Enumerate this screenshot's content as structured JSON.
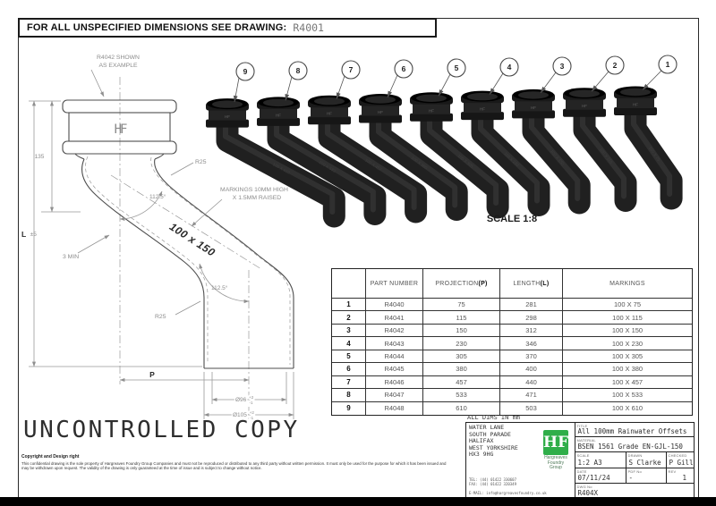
{
  "banner": {
    "label": "FOR ALL UNSPECIFIED DIMENSIONS SEE DRAWING:",
    "value": "R4001"
  },
  "drawing_view": {
    "example_note_line1": "R4042 SHOWN",
    "example_note_line2": "AS EXAMPLE",
    "socket_marking": "HF",
    "dim_socket_depth": "135",
    "dim_length": "L",
    "dim_length_tol": "±5",
    "angle_upper": "112.5°",
    "angle_lower": "112.5°",
    "radius_upper": "R25",
    "radius_lower": "R25",
    "markings_note_line1": "MARKINGS 10MM HIGH",
    "markings_note_line2": "X 1.5MM RAISED",
    "pipe_marking": "100 x 150",
    "wall_note": "3 MIN",
    "dim_projection": "P",
    "dim_spigot": {
      "val": "Ø96",
      "up": "+2",
      "dn": "-1"
    },
    "dim_outside": {
      "val": "Ø105",
      "up": "+2",
      "dn": "-1"
    }
  },
  "iso_view": {
    "scale_label": "SCALE 1:8",
    "socket_marking": "HF"
  },
  "table": {
    "headers": [
      {
        "text": ""
      },
      {
        "text": "PART NUMBER"
      },
      {
        "text": "PROJECTION ",
        "bold": "(P)"
      },
      {
        "text": "LENGTH ",
        "bold": "(L)"
      },
      {
        "text": "MARKINGS"
      }
    ],
    "rows": [
      {
        "no": "1",
        "part": "R4040",
        "projection": "75",
        "length": "281",
        "markings": "100 X 75"
      },
      {
        "no": "2",
        "part": "R4041",
        "projection": "115",
        "length": "298",
        "markings": "100 X 115"
      },
      {
        "no": "3",
        "part": "R4042",
        "projection": "150",
        "length": "312",
        "markings": "100 X 150"
      },
      {
        "no": "4",
        "part": "R4043",
        "projection": "230",
        "length": "346",
        "markings": "100 X 230"
      },
      {
        "no": "5",
        "part": "R4044",
        "projection": "305",
        "length": "370",
        "markings": "100 X 305"
      },
      {
        "no": "6",
        "part": "R4045",
        "projection": "380",
        "length": "400",
        "markings": "100 X 380"
      },
      {
        "no": "7",
        "part": "R4046",
        "projection": "457",
        "length": "440",
        "markings": "100 X 457"
      },
      {
        "no": "8",
        "part": "R4047",
        "projection": "533",
        "length": "471",
        "markings": "100 X 533"
      },
      {
        "no": "9",
        "part": "R4048",
        "projection": "610",
        "length": "503",
        "markings": "100 X 610"
      }
    ]
  },
  "watermark": "UNCONTROLLED COPY",
  "copyright": {
    "heading": "Copyright and Design right",
    "body": "This confidential drawing is the sole property of Hargreaves Foundry Group Companies and must not be reproduced or distributed to any third party without written permission. It must only be used for the purpose for which it has been issued and may be withdrawn upon request. The validity of the drawing is only guaranteed at the time of issue and is subject to change without notice."
  },
  "title_block": {
    "dims_note": "ALL DIMS IN mm",
    "address": [
      "WATER LANE",
      "SOUTH PARADE",
      "HALIFAX",
      "WEST YORKSHIRE",
      "HX3 9HG"
    ],
    "tel": "TEL: (44) 01422 330607",
    "fax": "FAX: (44) 01422 320349",
    "email": "E-MAIL: info@hargreavesfoundry.co.uk",
    "logo": {
      "monogram": "HF",
      "name_lines": [
        "Hargreaves",
        "Foundry",
        "Group"
      ],
      "green": "#2fae49"
    },
    "fields": {
      "title": {
        "label": "TITLE",
        "value": "All 100mm Rainwater Offsets"
      },
      "material": {
        "label": "MATERIAL",
        "value": "BSEN 1561 Grade EN-GJL-150"
      },
      "scale": {
        "label": "SCALE",
        "value": "1:2  A3"
      },
      "drawn": {
        "label": "DRAWN",
        "value": "S Clarke"
      },
      "checked": {
        "label": "CHECKED",
        "value": "P Gill"
      },
      "date": {
        "label": "DATE",
        "value": "07/11/24"
      },
      "pdf_no": {
        "label": "PDF No",
        "value": "-"
      },
      "rev": {
        "label": "REV",
        "value": "1"
      },
      "dwg_no": {
        "label": "DWG No",
        "value": "R404X"
      }
    }
  }
}
